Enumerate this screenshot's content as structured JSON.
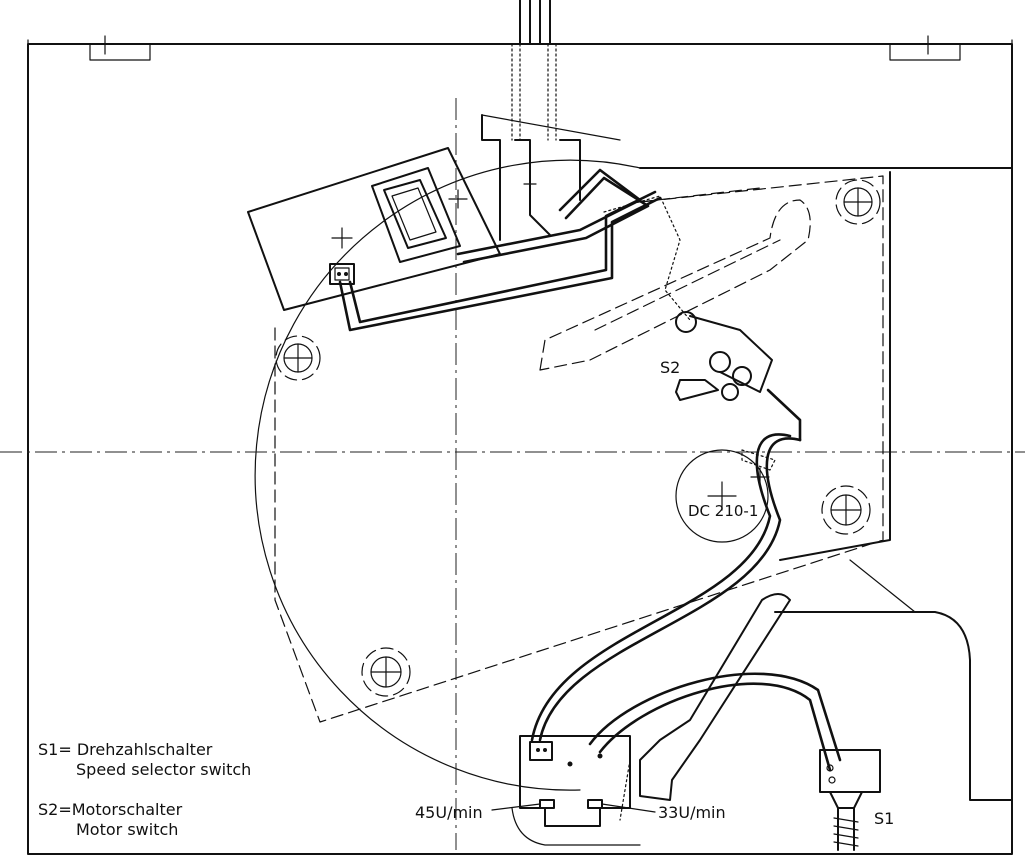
{
  "labels": {
    "s2": "S2",
    "motor": "DC 210-1",
    "s1": "S1",
    "speed45": "45U/min",
    "speed33": "33U/min"
  },
  "legend": {
    "s1_de": "S1= Drehzahlschalter",
    "s1_en": "Speed selector switch",
    "s2_de": "S2=Motorschalter",
    "s2_en": "Motor switch"
  }
}
